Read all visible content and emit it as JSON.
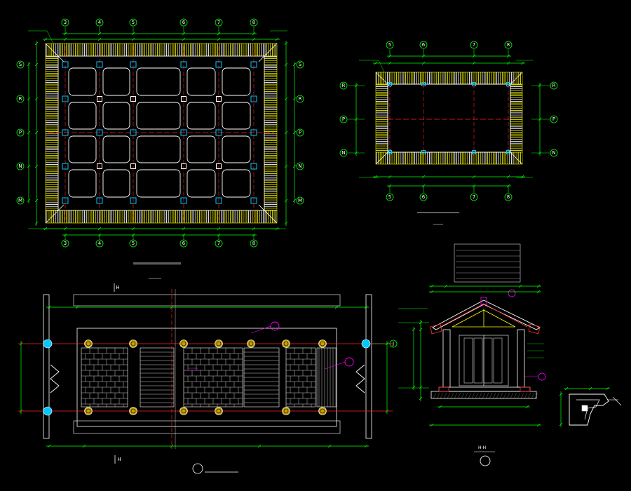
{
  "colors": {
    "background": "#000000",
    "dimension": "#00ff00",
    "centerline": "#ff2020",
    "beam_outline": "#ffffff",
    "rafter_fill": "#e8e800",
    "column": "#00c8ff",
    "leader": "#ff00ff",
    "text": "#ffffff"
  },
  "plan_lower": {
    "top_axes": [
      "3",
      "4",
      "5",
      "6",
      "7",
      "8"
    ],
    "bottom_axes": [
      "3",
      "4",
      "5",
      "6",
      "7",
      "8"
    ],
    "side_axes": [
      "S",
      "R",
      "P",
      "N",
      "M"
    ]
  },
  "plan_upper": {
    "top_axes": [
      "5",
      "6",
      "7",
      "8"
    ],
    "bottom_axes": [
      "5",
      "6",
      "7",
      "8"
    ],
    "side_axes": [
      "R",
      "P",
      "N"
    ]
  },
  "floor_plan": {
    "axis_H": "H",
    "axis_J": "J"
  },
  "section": {
    "title": "H-H"
  }
}
